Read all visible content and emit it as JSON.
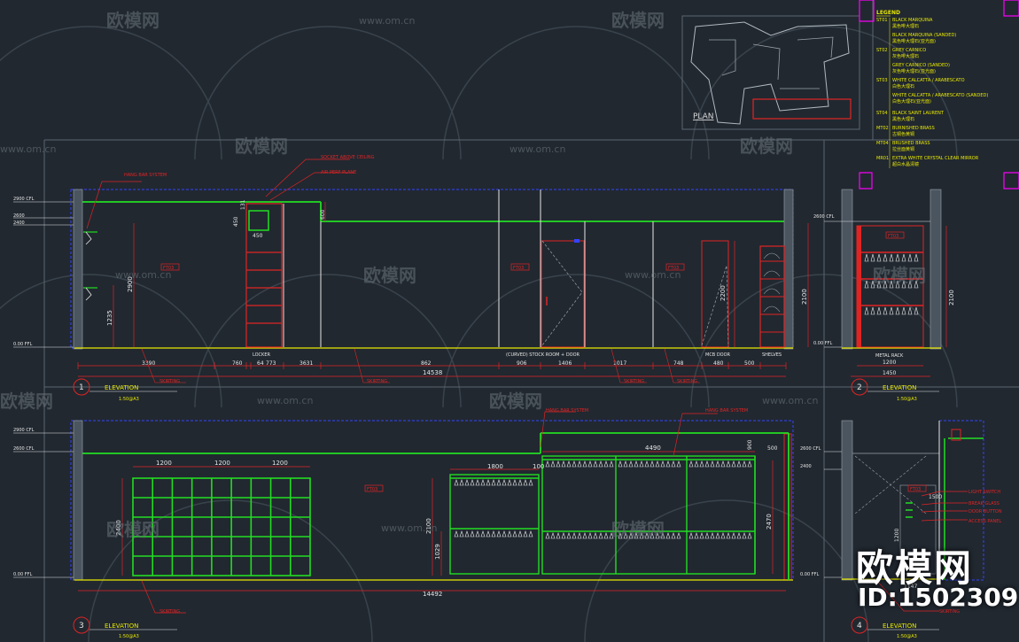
{
  "colors": {
    "background": "#212830",
    "frame": "#5c6670",
    "green": "#22dd22",
    "red": "#e02424",
    "white": "#e6e6e6",
    "blue": "#3344ff",
    "yellow": "#e8e800",
    "magenta": "#ff00ff",
    "watermark": "#6b737b"
  },
  "watermark": {
    "logo_text": "欧模网",
    "url_text": "www.om.cn",
    "big_logo": "欧模网",
    "id_text": "ID:1502309"
  },
  "plan_label": "PLAN",
  "legend": {
    "title": "LEGEND",
    "items": [
      {
        "code": "ST01",
        "en": "BLACK MARQUINA",
        "zh": "黑色啡大理石"
      },
      {
        "code": "",
        "en": "BLACK MARQUINA (SANDED)",
        "zh": "黑色啡大理石(亚光面)"
      },
      {
        "code": "ST02",
        "en": "GREY CARNICO",
        "zh": "灰色啡大理石"
      },
      {
        "code": "",
        "en": "GREY CARNICO (SANDED)",
        "zh": "灰色啡大理石(亚光面)"
      },
      {
        "code": "ST03",
        "en": "WHITE CALCATTA / ARABESCATO",
        "zh": "白色大理石"
      },
      {
        "code": "",
        "en": "WHITE CALCATTA / ARABESCATO (SANDED)",
        "zh": "白色大理石(亚光面)"
      },
      {
        "code": "ST04",
        "en": "BLACK SAINT LAURENT",
        "zh": "黑色大理石"
      },
      {
        "code": "MT02",
        "en": "BURNISHED BRASS",
        "zh": "古铜色黄铜"
      },
      {
        "code": "MT04",
        "en": "BRUSHED BRASS",
        "zh": "拉丝面黄铜"
      },
      {
        "code": "MR01",
        "en": "EXTRA WHITE CRYSTAL CLEAR MIRROR",
        "zh": "超白水晶清镜"
      }
    ]
  },
  "levels": {
    "cfl_2900": "2900 CFL",
    "cfl_2600": "2600 CFL",
    "ffl_000": "0.00 FFL",
    "v_2600": "2600",
    "v_2400": "2400"
  },
  "elevations": [
    {
      "num": "1",
      "title": "ELEVATION",
      "scale": "1:50@A3"
    },
    {
      "num": "2",
      "title": "ELEVATION",
      "scale": "1:50@A3"
    },
    {
      "num": "3",
      "title": "ELEVATION",
      "scale": "1:50@A3"
    },
    {
      "num": "4",
      "title": "ELEVATION",
      "scale": "1:50@A3"
    }
  ],
  "e1": {
    "callouts": {
      "hang_bar": "HANG BAR SYSTEM",
      "socket": "SOCKET ABOVE CEILING",
      "air_perf": "AIR PERF PLANE"
    },
    "labels": {
      "locker": "LOCKER",
      "stock_room": "(CURVED) STOCK ROOM + DOOR",
      "mcb_door": "MCB DOOR",
      "shelves": "SHELVES",
      "skirting": "SKIRTING",
      "tag": "FT03"
    },
    "dims_bottom": [
      "3390",
      "760",
      "64",
      "773",
      "3631",
      "862",
      "906",
      "1406",
      "1017",
      "748",
      "480",
      "500"
    ],
    "total": "14538",
    "heights": {
      "h2900": "2900",
      "h1235": "1235",
      "h2200": "2200",
      "h2100": "2100",
      "h600": "600"
    },
    "locker_dims": {
      "w450": "450",
      "h450": "450",
      "t131": "131"
    }
  },
  "e2": {
    "label": "METAL RACK",
    "dims": [
      "1200",
      "1450"
    ],
    "height": "2100",
    "tag": "FT03"
  },
  "e3": {
    "callouts": {
      "hang_bar": "HANG BAR SYSTEM",
      "skirting": "SKIRTING"
    },
    "dims_top": [
      "1200",
      "1200",
      "1200",
      "1800",
      "100",
      "4490",
      "900",
      "500"
    ],
    "heights": {
      "h2400": "2400",
      "h2100": "2100",
      "h1029": "1029",
      "h2470": "2470"
    },
    "total": "14492",
    "tag": "FT03"
  },
  "e4": {
    "callouts": {
      "light_switch": "LIGHT SWITCH",
      "break_glass": "BREAK GLASS",
      "door_button": "DOOR BUTTON",
      "access_panel": "ACCESS PANEL",
      "skirting": "SKIRTING"
    },
    "dims": [
      "1500",
      "1200",
      "1147"
    ],
    "tag": "FT03"
  }
}
